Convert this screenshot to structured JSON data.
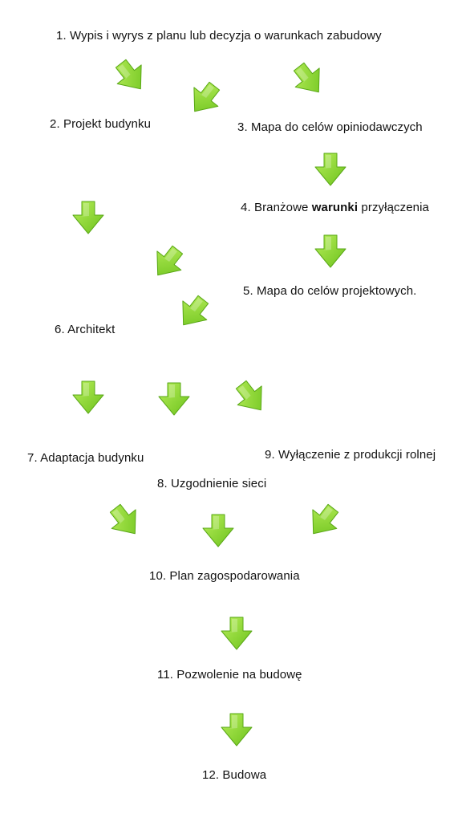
{
  "steps": {
    "s1": "1. Wypis i wyrys z planu lub decyzja o warunkach zabudowy",
    "s2": "2. Projekt budynku",
    "s3": "3. Mapa do celów opiniodawczych",
    "s4_prefix": "4. Branżowe ",
    "s4_bold": "warunki",
    "s4_suffix": " przyłączenia",
    "s5": "5. Mapa do celów projektowych.",
    "s6": "6. Architekt",
    "s7": "7. Adaptacja budynku",
    "s8": "8. Uzgodnienie sieci",
    "s9": "9. Wyłączenie z produkcji rolnej",
    "s10": "10.  Plan zagospodarowania",
    "s11": "11.  Pozwolenie na budowę",
    "s12": "12.  Budowa"
  },
  "colors": {
    "arrow_light": "#b8ee5a",
    "arrow_dark": "#6cc21c",
    "arrow_edge": "#5aa817"
  },
  "arrows": [
    {
      "id": "arrow-1",
      "direction": "down-right"
    },
    {
      "id": "arrow-2",
      "direction": "down-left"
    },
    {
      "id": "arrow-3",
      "direction": "down-right"
    },
    {
      "id": "arrow-4",
      "direction": "down"
    },
    {
      "id": "arrow-5",
      "direction": "down"
    },
    {
      "id": "arrow-6",
      "direction": "down"
    },
    {
      "id": "arrow-7",
      "direction": "down-left"
    },
    {
      "id": "arrow-8",
      "direction": "down-left"
    },
    {
      "id": "arrow-9",
      "direction": "down"
    },
    {
      "id": "arrow-10",
      "direction": "down"
    },
    {
      "id": "arrow-11",
      "direction": "down-right"
    },
    {
      "id": "arrow-12",
      "direction": "down-right"
    },
    {
      "id": "arrow-13",
      "direction": "down"
    },
    {
      "id": "arrow-14",
      "direction": "down-left"
    },
    {
      "id": "arrow-15",
      "direction": "down"
    },
    {
      "id": "arrow-16",
      "direction": "down"
    }
  ]
}
